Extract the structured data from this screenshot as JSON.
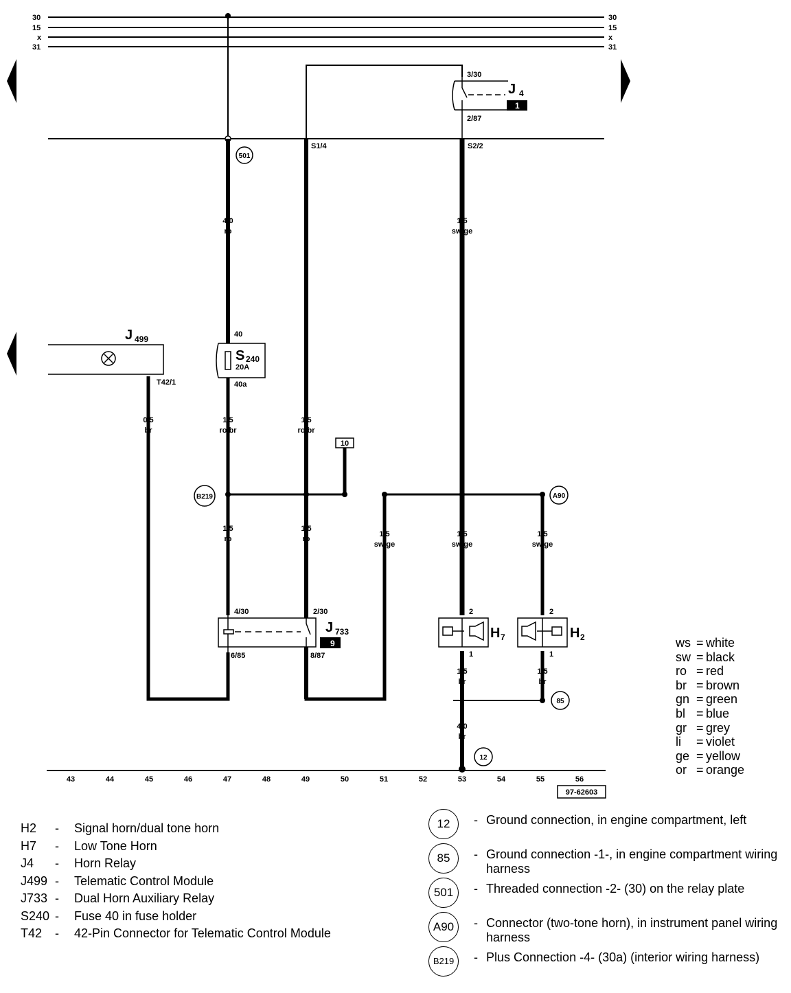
{
  "diagram": {
    "rails": [
      "30",
      "15",
      "x",
      "31"
    ],
    "fuse": {
      "code": "S",
      "sub": "240",
      "rating": "20A",
      "pin_in": "40",
      "pin_out": "40a"
    },
    "relay_j4": {
      "code": "J",
      "sub": "4",
      "badge": "1",
      "pin_top": "3/30",
      "pin_bottom": "2/87",
      "label_s1": "S1/4",
      "label_s2": "S2/2"
    },
    "relay_j733": {
      "code": "J",
      "sub": "733",
      "badge": "9",
      "pin_a": "4/30",
      "pin_b": "2/30",
      "pin_c": "6/85",
      "pin_d": "8/87"
    },
    "module_j499": {
      "code": "J",
      "sub": "499",
      "pin": "T42/1"
    },
    "horn_h7": {
      "code": "H",
      "sub": "7",
      "pin_top": "2",
      "pin_bottom": "1"
    },
    "horn_h2": {
      "code": "H",
      "sub": "2",
      "pin_top": "2",
      "pin_bottom": "1"
    },
    "box_ref": "10",
    "circles": {
      "c501": "501",
      "cB219": "B219",
      "cA90": "A90",
      "c85": "85",
      "c12": "12"
    },
    "wires": [
      {
        "size": "4.0",
        "color": "ro"
      },
      {
        "size": "1.5",
        "color": "sw/ge"
      },
      {
        "size": "0.5",
        "color": "br"
      },
      {
        "size": "1.5",
        "color": "ro/br"
      },
      {
        "size": "1.5",
        "color": "ro/br"
      },
      {
        "size": "1.5",
        "color": "ro"
      },
      {
        "size": "1.5",
        "color": "ro"
      },
      {
        "size": "1.5",
        "color": "sw/ge"
      },
      {
        "size": "1.5",
        "color": "sw/ge"
      },
      {
        "size": "1.5",
        "color": "sw/ge"
      },
      {
        "size": "1.5",
        "color": "br"
      },
      {
        "size": "1.5",
        "color": "br"
      },
      {
        "size": "4.0",
        "color": "br"
      }
    ],
    "grid_numbers": [
      "43",
      "44",
      "45",
      "46",
      "47",
      "48",
      "49",
      "50",
      "51",
      "52",
      "53",
      "54",
      "55",
      "56"
    ],
    "drawing_id": "97-62603"
  },
  "color_legend": [
    {
      "code": "ws",
      "name": "white"
    },
    {
      "code": "sw",
      "name": "black"
    },
    {
      "code": "ro",
      "name": "red"
    },
    {
      "code": "br",
      "name": "brown"
    },
    {
      "code": "gn",
      "name": "green"
    },
    {
      "code": "bl",
      "name": "blue"
    },
    {
      "code": "gr",
      "name": "grey"
    },
    {
      "code": "li",
      "name": "violet"
    },
    {
      "code": "ge",
      "name": "yellow"
    },
    {
      "code": "or",
      "name": "orange"
    }
  ],
  "components": [
    {
      "code": "H2",
      "desc": "Signal horn/dual tone horn"
    },
    {
      "code": "H7",
      "desc": "Low Tone Horn"
    },
    {
      "code": "J4",
      "desc": "Horn Relay"
    },
    {
      "code": "J499",
      "desc": "Telematic Control Module"
    },
    {
      "code": "J733",
      "desc": "Dual Horn Auxiliary Relay"
    },
    {
      "code": "S240",
      "desc": "Fuse 40 in fuse holder"
    },
    {
      "code": "T42",
      "desc": "42-Pin Connector for Telematic Control Module"
    }
  ],
  "connections": [
    {
      "id": "12",
      "desc": "Ground connection, in engine compartment, left"
    },
    {
      "id": "85",
      "desc": "Ground connection -1-, in engine compartment wiring harness"
    },
    {
      "id": "501",
      "desc": "Threaded connection -2- (30) on the relay plate"
    },
    {
      "id": "A90",
      "desc": "Connector (two-tone horn), in instrument panel wiring harness"
    },
    {
      "id": "B219",
      "desc": "Plus Connection -4- (30a) (interior wiring harness)"
    }
  ]
}
